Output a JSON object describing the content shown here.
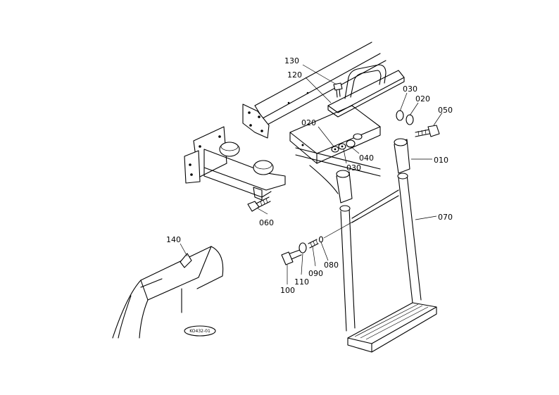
{
  "diagram": {
    "callouts": [
      {
        "id": "c130",
        "label": "130"
      },
      {
        "id": "c120",
        "label": "120"
      },
      {
        "id": "c030a",
        "label": "030"
      },
      {
        "id": "c020a",
        "label": "020"
      },
      {
        "id": "c050",
        "label": "050"
      },
      {
        "id": "c020b",
        "label": "020"
      },
      {
        "id": "c040",
        "label": "040"
      },
      {
        "id": "c030b",
        "label": "030"
      },
      {
        "id": "c010",
        "label": "010"
      },
      {
        "id": "c060",
        "label": "060"
      },
      {
        "id": "c070",
        "label": "070"
      },
      {
        "id": "c140",
        "label": "140"
      },
      {
        "id": "c080",
        "label": "080"
      },
      {
        "id": "c090",
        "label": "090"
      },
      {
        "id": "c110",
        "label": "110"
      },
      {
        "id": "c100",
        "label": "100"
      }
    ],
    "drawing_code": "KO432-01"
  }
}
